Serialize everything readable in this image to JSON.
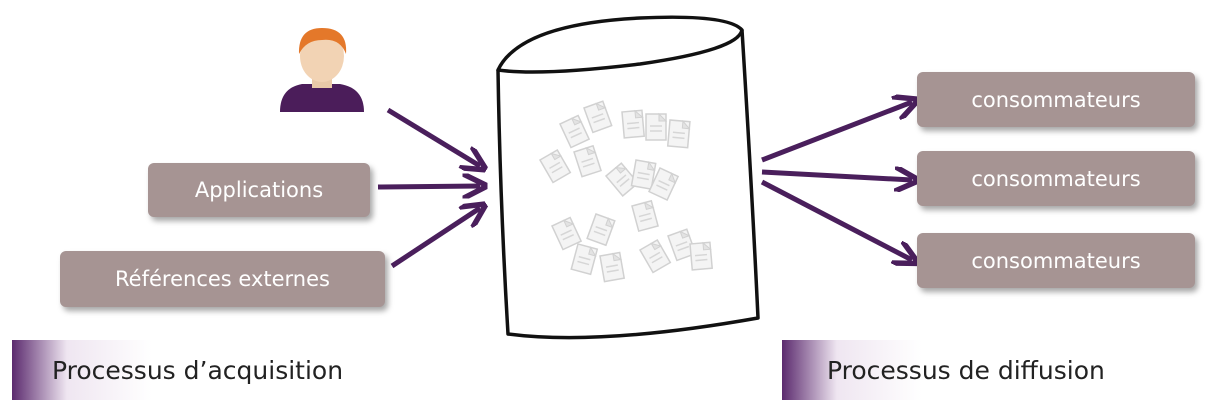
{
  "sources": {
    "applications": "Applications",
    "references": "Références externes"
  },
  "consumers": [
    "consommateurs",
    "consommateurs",
    "consommateurs"
  ],
  "processes": {
    "acquisition": "Processus d’acquisition",
    "diffusion": "Processus de diffusion"
  },
  "colors": {
    "arrow": "#4a1f5c",
    "box": "#a69493",
    "banner": "#5b2a6e"
  },
  "icons": [
    "user-icon",
    "database-cylinder-icon",
    "document-icon"
  ]
}
